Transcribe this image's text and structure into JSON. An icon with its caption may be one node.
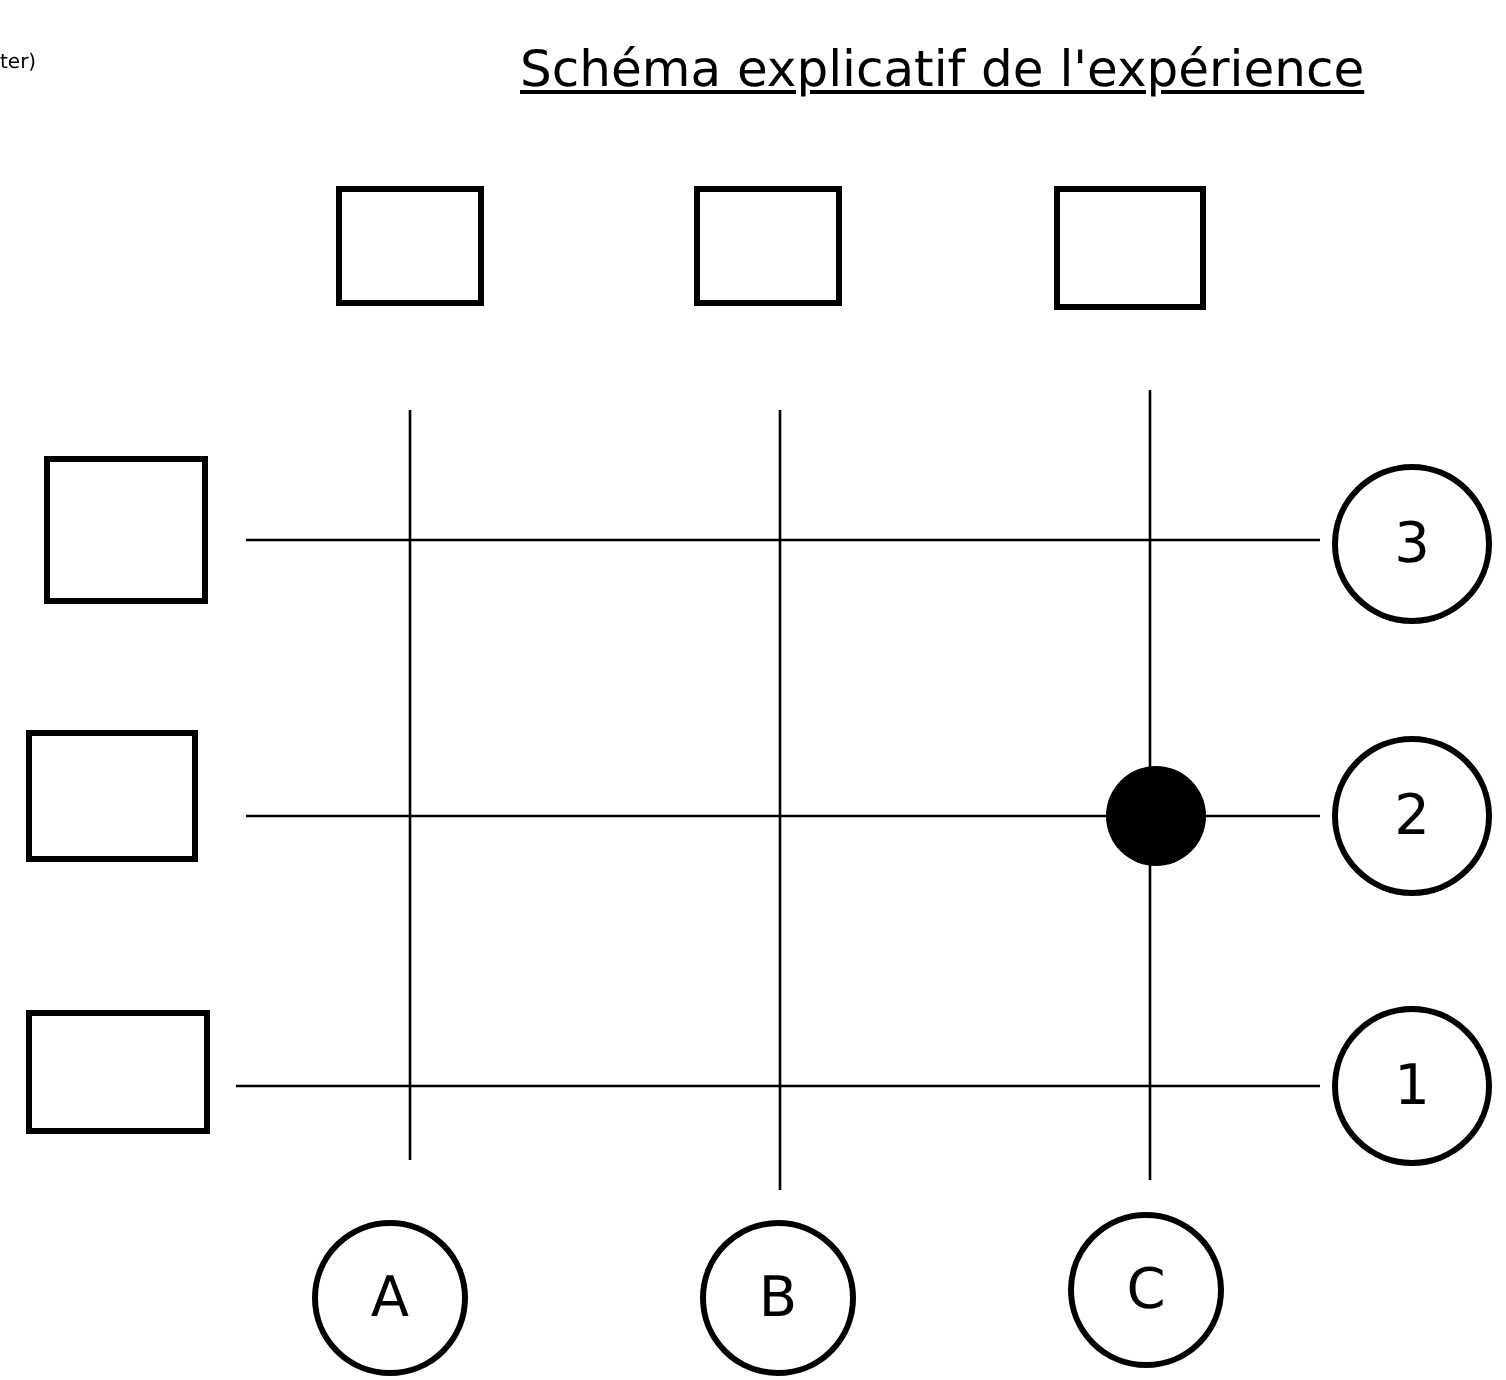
{
  "diagram": {
    "title": "Schéma explicatif de l'expérience",
    "nodes": [
      {
        "text": [],
        "shape": "box"
      },
      {
        "text": [],
        "shape": "box"
      },
      {
        "text": [],
        "shape": "box"
      },
      {
        "text": [],
        "shape": "box"
      },
      {
        "text": [
          "3"
        ]
      },
      {
        "text": [],
        "shape": "box"
      },
      {
        "text": [],
        "shape": "circle"
      },
      {
        "text": [
          "2"
        ]
      },
      {
        "text": [],
        "shape": "box"
      },
      {
        "text": [
          "1"
        ]
      },
      {
        "text": [
          "A"
        ]
      },
      {
        "text": [
          "B"
        ]
      },
      {
        "text": [
          "C"
        ]
      }
    ],
    "labels": [
      "ter)"
    ]
  }
}
